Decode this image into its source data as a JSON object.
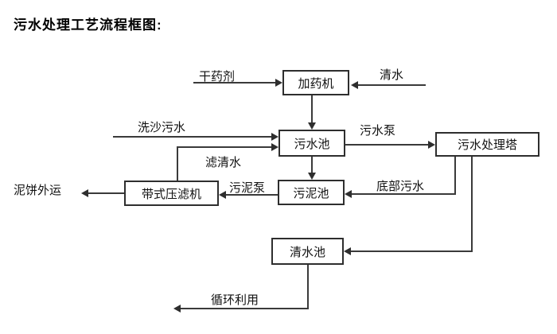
{
  "title": "污水处理工艺流程框图:",
  "colors": {
    "background": "#ffffff",
    "line": "#3a3a3a",
    "border": "#2e2e2e",
    "text": "#111111"
  },
  "nodes": {
    "dosing_machine": {
      "label": "加药机"
    },
    "sewage_pool": {
      "label": "污水池"
    },
    "treatment_tower": {
      "label": "污水处理塔"
    },
    "sludge_pool": {
      "label": "污泥池"
    },
    "belt_filter_press": {
      "label": "带式压滤机"
    },
    "clean_water_pool": {
      "label": "清水池"
    }
  },
  "edge_labels": {
    "dry_agent": "干药剂",
    "clean_water": "清水",
    "sand_washing_sewage": "洗沙污水",
    "sewage_pump": "污水泵",
    "filtered_water": "滤清水",
    "sludge_pump": "污泥泵",
    "bottom_sewage": "底部污水",
    "mud_cake_out": "泥饼外运",
    "recycle": "循环利用"
  }
}
